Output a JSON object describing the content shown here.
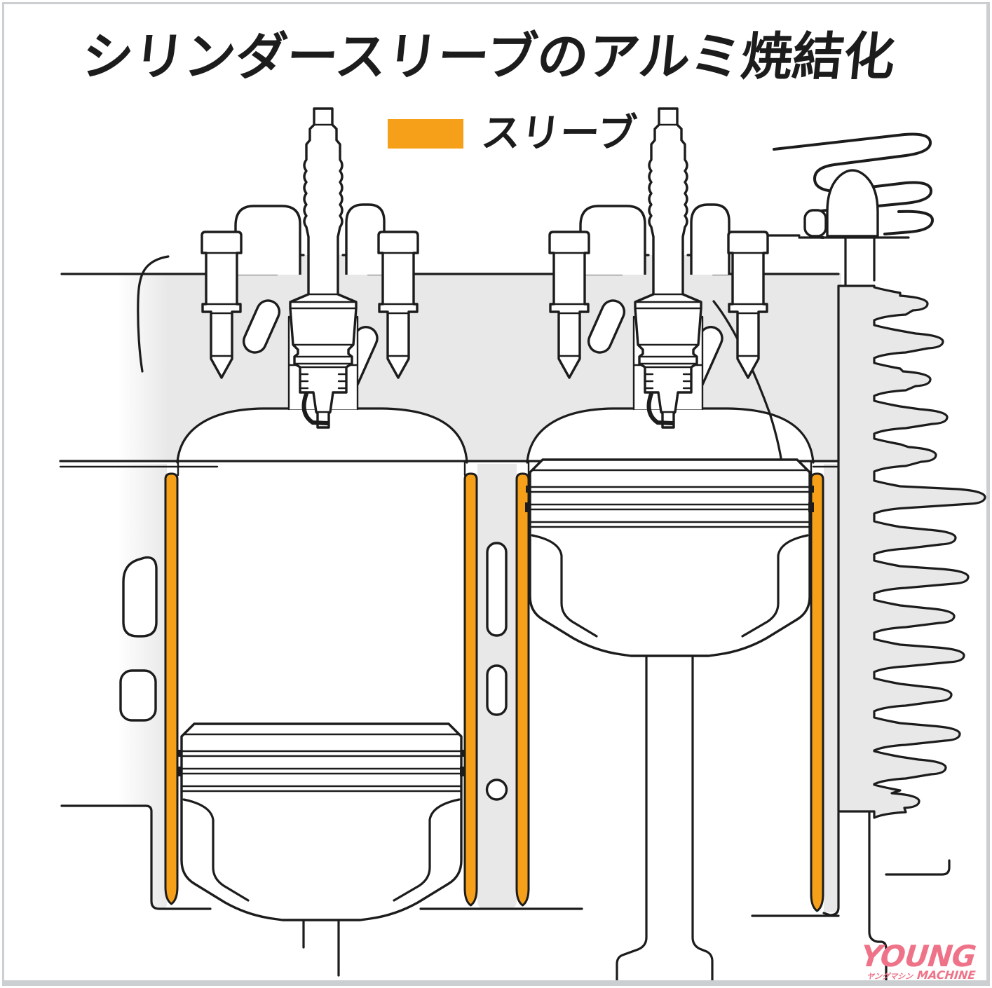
{
  "title": "シリンダースリーブのアルミ焼結化",
  "legend": {
    "label": "スリーブ"
  },
  "logo": {
    "line1": "YOUNG",
    "line2_kana": "ヤングマシン",
    "line2_en": "MACHINE"
  },
  "colors": {
    "sleeve_orange": "#F6A019",
    "line_black": "#1C1C1C",
    "metal_gray": "#E8E8E8",
    "logo_pink": "#EF7388",
    "frame_gray": "#CBCFD1",
    "background": "#FFFFFF"
  }
}
